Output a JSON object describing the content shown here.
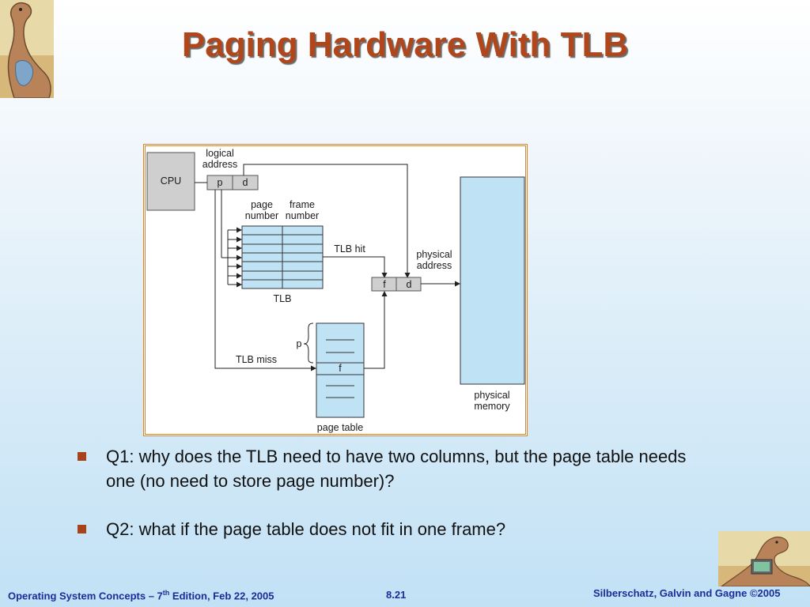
{
  "slide": {
    "title": "Paging Hardware With TLB"
  },
  "diagram": {
    "cpu_label": "CPU",
    "logical_address_line1": "logical",
    "logical_address_line2": "address",
    "p_label": "p",
    "d_label": "d",
    "page_number_line1": "page",
    "page_number_line2": "number",
    "frame_number_line1": "frame",
    "frame_number_line2": "number",
    "tlb_label": "TLB",
    "tlb_hit_label": "TLB hit",
    "tlb_miss_label": "TLB miss",
    "physical_address_line1": "physical",
    "physical_address_line2": "address",
    "f_label": "f",
    "f_entry_label": "f",
    "pt_p_label": "p",
    "page_table_label": "page table",
    "physical_memory_line1": "physical",
    "physical_memory_line2": "memory"
  },
  "bullets": [
    "Q1: why does the TLB need to have two columns, but the page table needs one (no need to store page number)?",
    "Q2: what if the page table does not fit in one frame?"
  ],
  "footer": {
    "left_prefix": "Operating System Concepts – 7",
    "left_sup": "th",
    "left_suffix": " Edition, Feb 22, 2005",
    "page_number": "8.21",
    "right": "Silberschatz, Galvin and Gagne ©2005"
  },
  "colors": {
    "title": "#b0461a",
    "bullet_marker": "#a8421b",
    "footer_text": "#1a2e9a",
    "frame_border": "#d8852e",
    "table_fill": "#bfe3f5",
    "cpu_fill": "#cfcfcf"
  }
}
